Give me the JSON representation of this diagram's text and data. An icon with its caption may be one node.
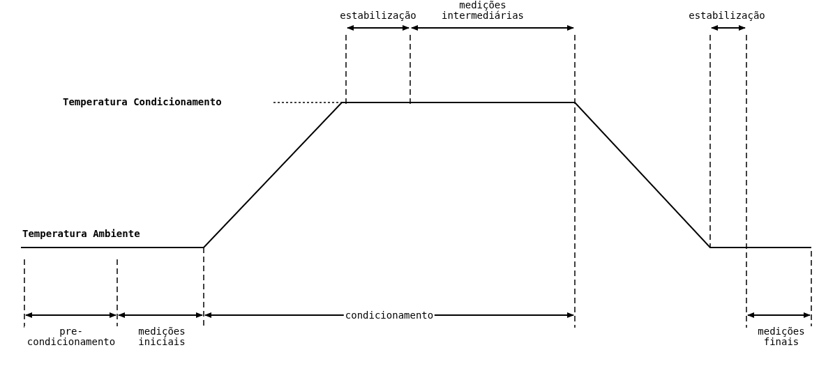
{
  "diagram": {
    "labels": [
      "medições intermediárias",
      "estabilização",
      "estabilização",
      "Temperatura Condicionamento",
      "Temperatura Ambiente",
      "condicionamento",
      "pre- condicionamento",
      "medições iniciais",
      "medições finais"
    ]
  }
}
